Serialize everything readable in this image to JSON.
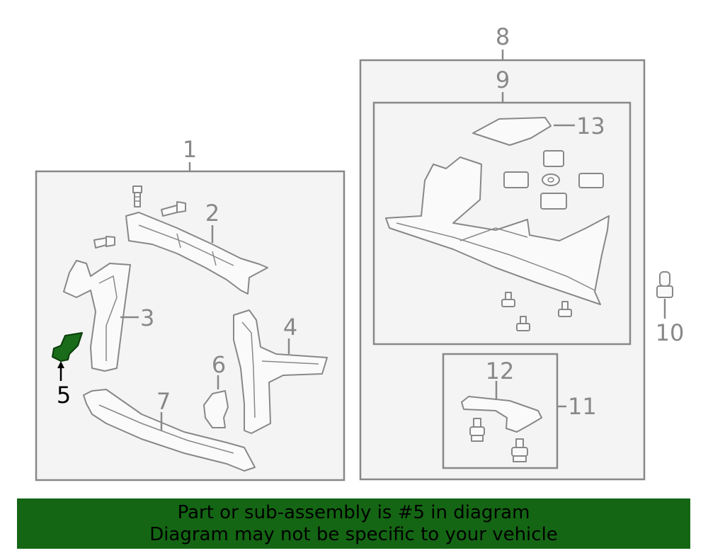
{
  "callouts": {
    "c1": "1",
    "c2": "2",
    "c3": "3",
    "c4": "4",
    "c5": "5",
    "c6": "6",
    "c7": "7",
    "c8": "8",
    "c9": "9",
    "c10": "10",
    "c11": "11",
    "c12": "12",
    "c13": "13"
  },
  "highlight": {
    "part": "5",
    "color": "#1a6b1a"
  },
  "banner": {
    "line1": "Part or sub-assembly is #5 in diagram",
    "line2": "Diagram may not be specific to your vehicle",
    "color": "#146614"
  }
}
